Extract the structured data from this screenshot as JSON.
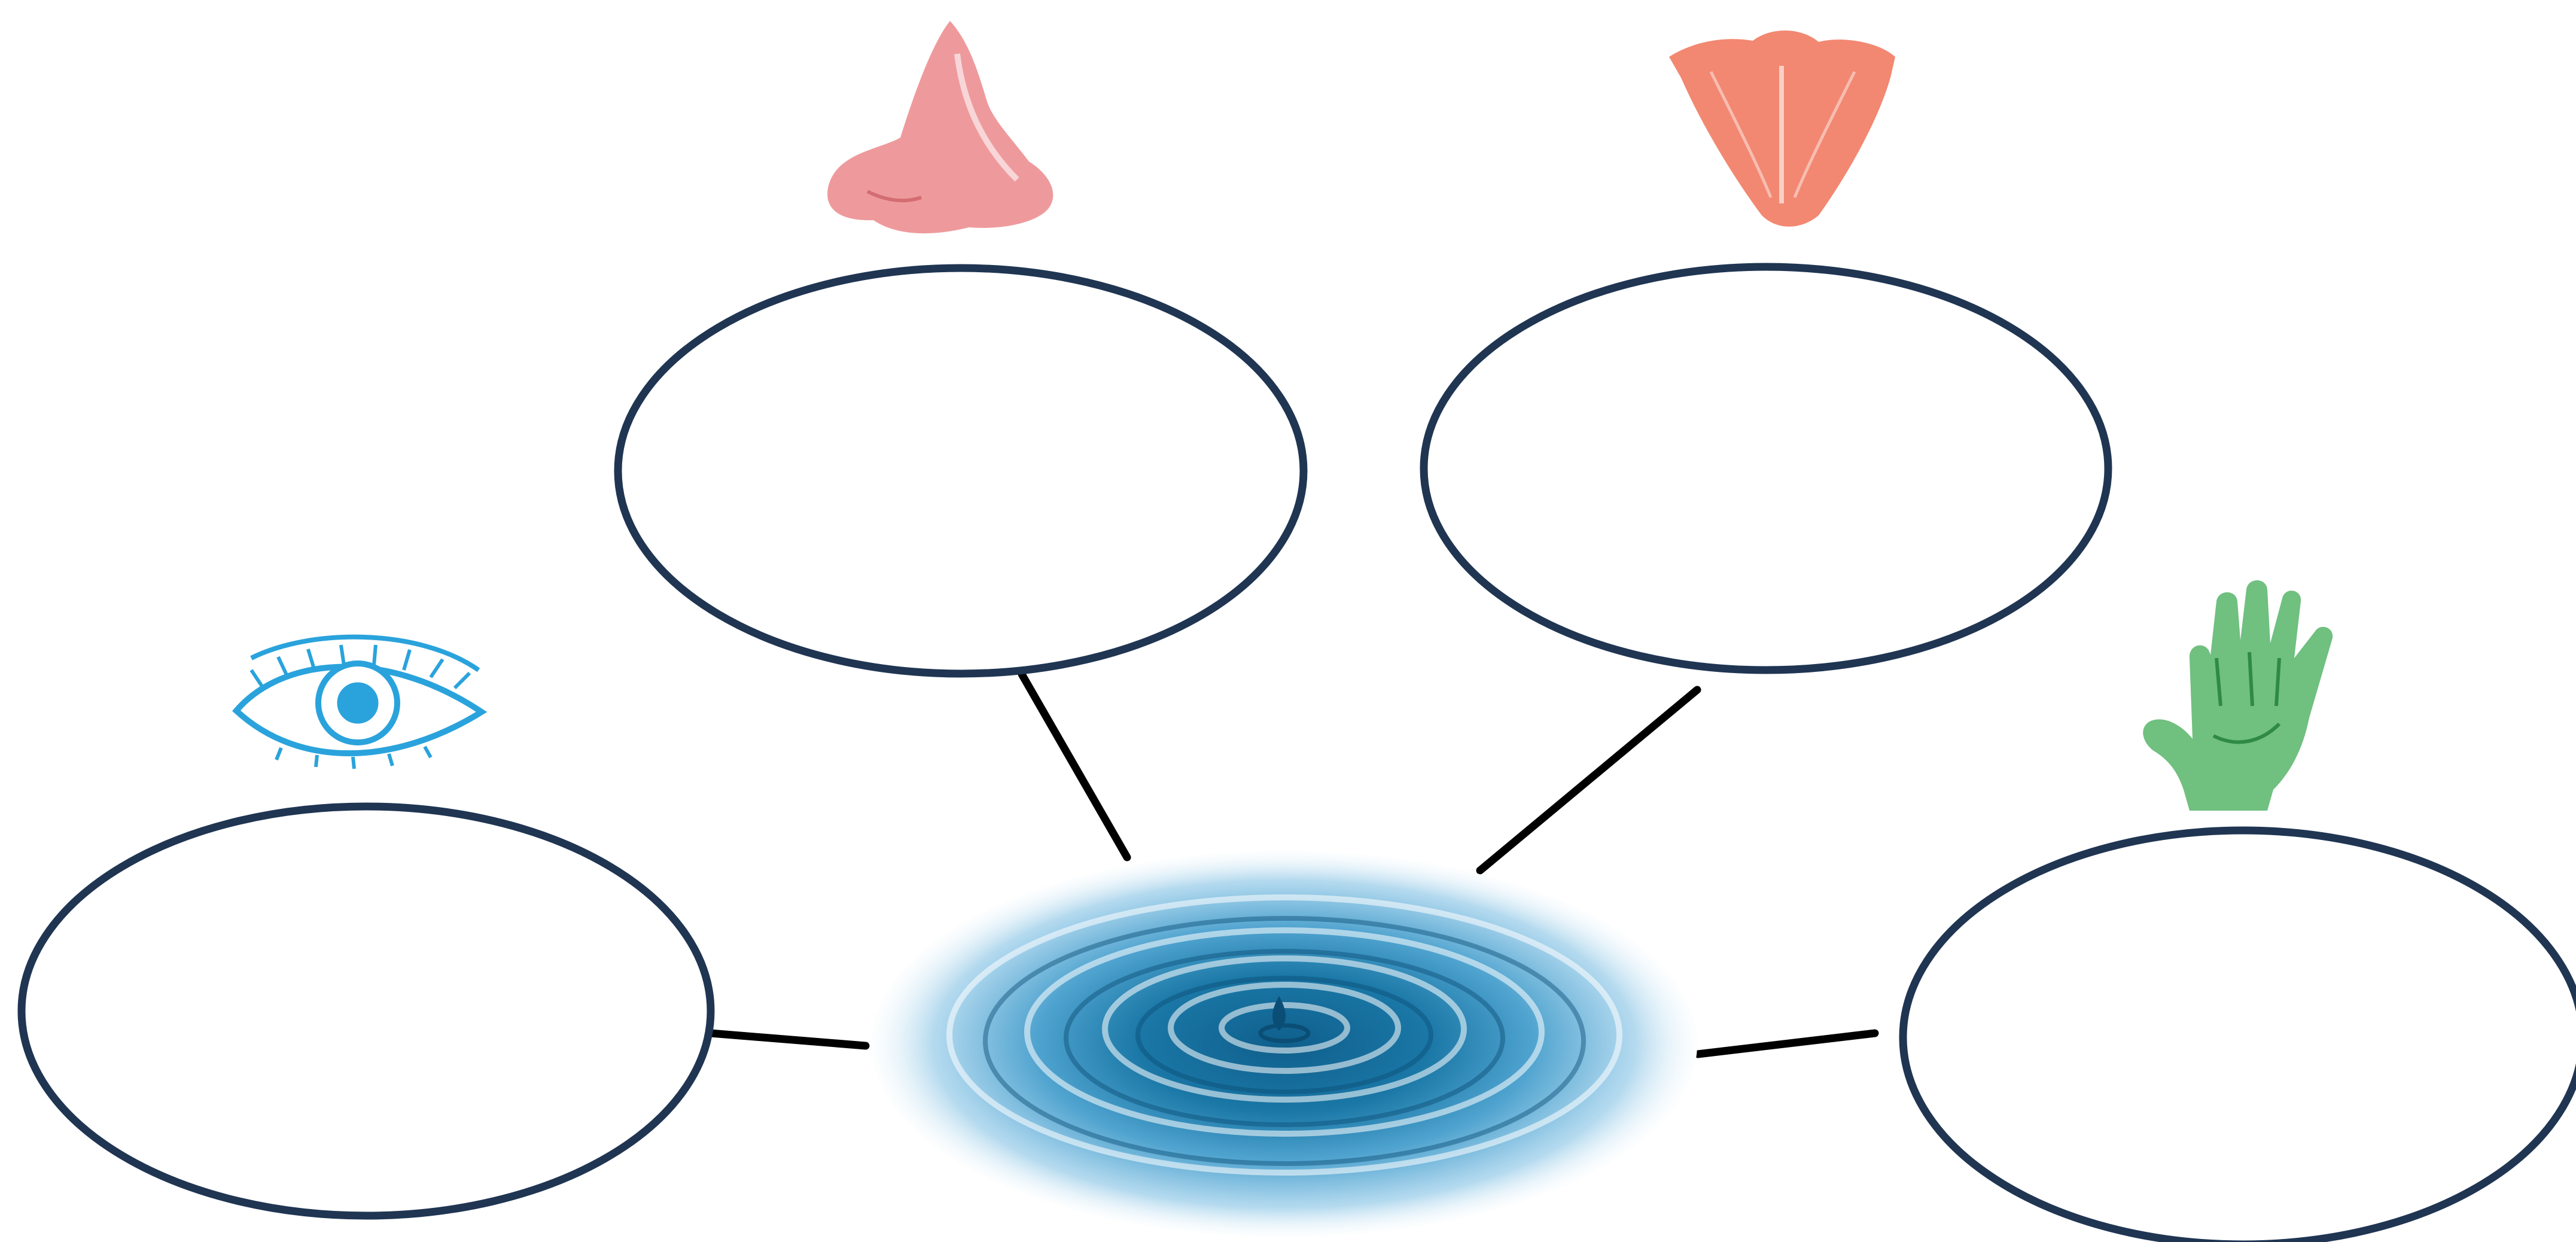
{
  "diagram": {
    "center": {
      "icon": "water-drop-ripple"
    },
    "senses": [
      {
        "id": "sight",
        "icon": "eye-icon",
        "label": ""
      },
      {
        "id": "smell",
        "icon": "nose-icon",
        "label": ""
      },
      {
        "id": "taste",
        "icon": "tongue-icon",
        "label": ""
      },
      {
        "id": "touch",
        "icon": "hand-icon",
        "label": ""
      }
    ],
    "colors": {
      "ellipse_stroke": "#1f3552",
      "connector": "#000000",
      "eye": "#2aa3dc",
      "nose": "#e8787c",
      "tongue": "#ef6a4d",
      "hand": "#57b56a",
      "water_dark": "#1a6e99",
      "water_light": "#d7ecf7"
    }
  }
}
